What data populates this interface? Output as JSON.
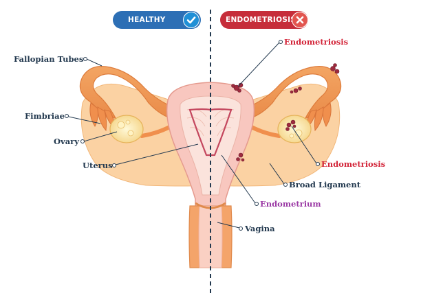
{
  "badges": {
    "healthy": {
      "label": "HEALTHY",
      "color": "#2d6fb5",
      "icon": "check-icon"
    },
    "endometriosis": {
      "label": "ENDOMETRIOSIS",
      "color": "#c62d3a",
      "icon": "cross-icon"
    }
  },
  "labels": {
    "fallopian_tubes": "Fallopian Tubes",
    "fimbriae": "Fimbriae",
    "ovary": "Ovary",
    "uterus": "Uterus",
    "endometriosis_top": "Endometriosis",
    "endometriosis_right": "Endometriosis",
    "broad_ligament": "Broad Ligament",
    "endometrium": "Endometrium",
    "vagina": "Vagina"
  },
  "colors": {
    "label_text": "#23394f",
    "endometriosis_text": "#d3263a",
    "endometrium_text": "#9b3aa5",
    "divider": "#23394f",
    "tissue": "#f4a35e",
    "ligament": "#fbd4a6",
    "uterus_inner": "#f7c7c0",
    "lesion": "#9e2a3e"
  }
}
